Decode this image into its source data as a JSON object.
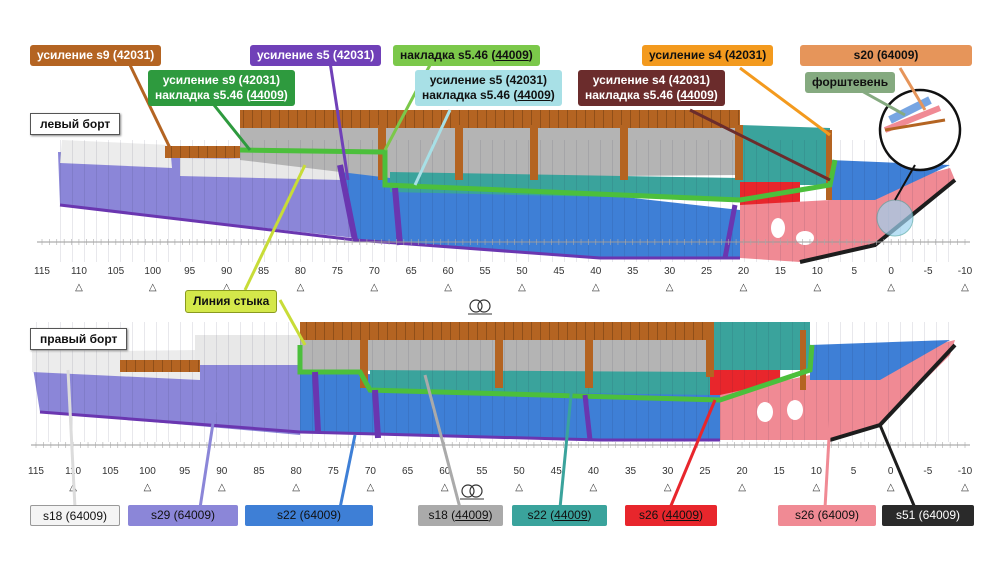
{
  "sides": {
    "left": "левый борт",
    "right": "правый борт"
  },
  "joint_line": "Линия стыка",
  "callouts": {
    "s9": "усиление s9 (42031)",
    "s9_overlay_1": "усиление s9 (42031)",
    "s9_overlay_2_prefix": "накладка s5.46 (",
    "s9_overlay_2_code": "44009",
    "s5": "усиление s5 (42031)",
    "overlay_prefix": "накладка s5.46 (",
    "overlay_code": "44009",
    "s5_overlay_1": "усиление s5 (42031)",
    "s5_overlay_2_prefix": "накладка s5.46 (",
    "s5_overlay_2_code": "44009",
    "s4": "усиление s4 (42031)",
    "s4_overlay_1": "усиление s4 (42031)",
    "s4_overlay_2_prefix": "накладка s5.46 (",
    "s4_overlay_2_code": "44009",
    "s20": "s20 (64009)",
    "stem": "форштевень"
  },
  "bottom_labels": {
    "s18a": "s18 (64009)",
    "s29": "s29 (64009)",
    "s22a": "s22 (64009)",
    "s18b_prefix": "s18 (",
    "s18b_code": "44009",
    "s22b_prefix": "s22 (",
    "s22b_code": "44009",
    "s26a_prefix": "s26 (",
    "s26a_code": "44009",
    "s26b": "s26 (64009)",
    "s51": "s51 (64009)"
  },
  "frame_ticks": [
    "115",
    "110",
    "105",
    "100",
    "95",
    "90",
    "85",
    "80",
    "75",
    "70",
    "65",
    "60",
    "55",
    "50",
    "45",
    "40",
    "35",
    "30",
    "25",
    "20",
    "15",
    "10",
    "5",
    "0",
    "-5",
    "-10"
  ],
  "colors": {
    "lavender": "#8b86d8",
    "blue": "#3e7fd6",
    "teal": "#3aa39c",
    "gray": "#b4b4b4",
    "brown": "#b46422",
    "green": "#4cbf3c",
    "red": "#e8262c",
    "pink": "#f08a94",
    "purple": "#6a36b0",
    "black": "#1d1d1d"
  }
}
